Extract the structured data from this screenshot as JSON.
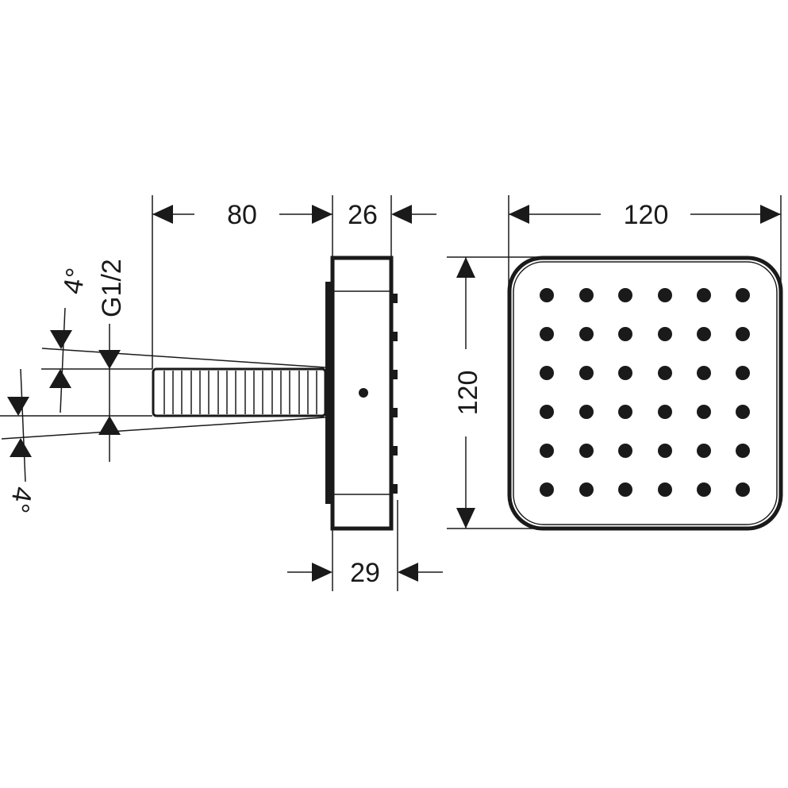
{
  "drawing": {
    "type": "technical-dimension-drawing",
    "subject": "square shower head with wall arm",
    "side_view": {
      "dimensions": {
        "arm_length": "80",
        "head_depth_top": "26",
        "head_depth_bottom": "29",
        "thread": "G1/2",
        "tilt_upper": "4°",
        "tilt_lower": "4°"
      }
    },
    "front_view": {
      "dimensions": {
        "width": "120",
        "height": "120"
      },
      "nozzle_grid": {
        "rows": 6,
        "cols": 6
      }
    },
    "colors": {
      "line": "#1a1a1a",
      "background": "#ffffff"
    }
  }
}
